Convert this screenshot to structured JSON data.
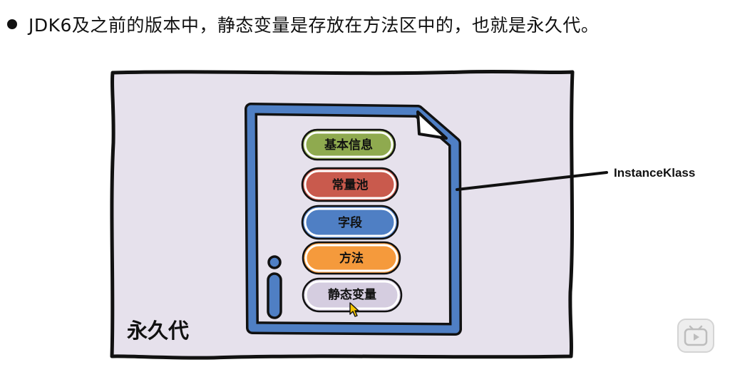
{
  "heading": {
    "text": "JDK6及之前的版本中，静态变量是存放在方法区中的，也就是永久代。"
  },
  "diagram": {
    "region_label": "永久代",
    "class_label": "InstanceKlass",
    "entries": [
      {
        "label": "基本信息",
        "color": "#8faa4f"
      },
      {
        "label": "常量池",
        "color": "#c95a4d"
      },
      {
        "label": "字段",
        "color": "#4f7fc4"
      },
      {
        "label": "方法",
        "color": "#f59a3c"
      },
      {
        "label": "静态变量",
        "color": "#d5cde0"
      }
    ],
    "region_fill": "#e6e1ec",
    "document_outline_color": "#4f7fc4"
  }
}
